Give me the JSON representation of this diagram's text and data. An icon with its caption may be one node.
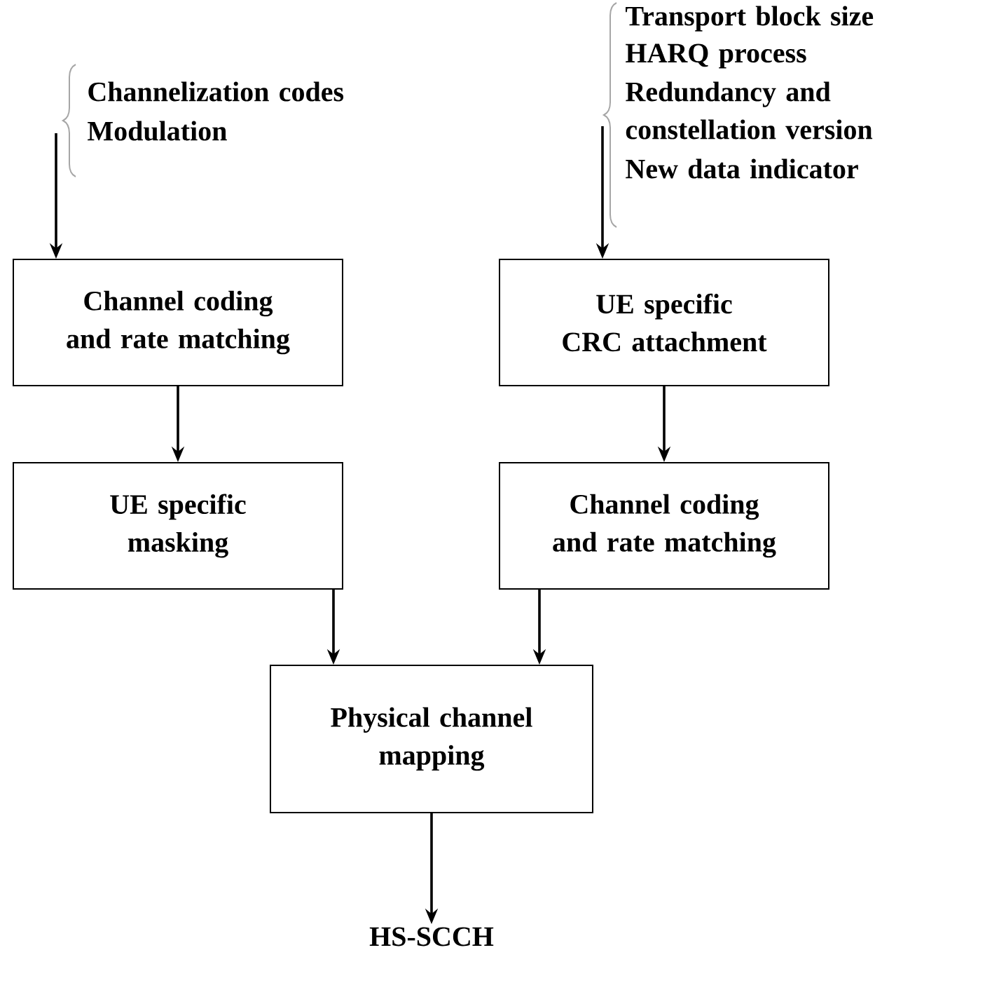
{
  "diagram": {
    "nodes": [
      {
        "text": [
          "Channel coding and rate matching"
        ]
      },
      {
        "text": [
          "UE specific CRC attachment"
        ]
      },
      {
        "text": [
          "UE specific masking"
        ]
      },
      {
        "text": [
          "Channel coding and rate matching"
        ]
      },
      {
        "text": [
          "Physical channel mapping"
        ]
      },
      {
        "text": [
          "HS-SCCH"
        ]
      }
    ],
    "edges": [
      {
        "from": null,
        "to": 0,
        "arrow": "to"
      },
      {
        "from": null,
        "to": 1,
        "arrow": "to"
      },
      {
        "from": 0,
        "to": 2,
        "arrow": "to"
      },
      {
        "from": 1,
        "to": 3,
        "arrow": "to"
      },
      {
        "from": 2,
        "to": 4,
        "arrow": "to"
      },
      {
        "from": 3,
        "to": 4,
        "arrow": "to"
      },
      {
        "from": 4,
        "to": 5,
        "arrow": "to"
      }
    ],
    "labels": [
      "Channelization codes",
      "Modulation",
      "Transport block size",
      "HARQ process",
      "Redundancy and constellation version",
      "New data indicator"
    ]
  }
}
